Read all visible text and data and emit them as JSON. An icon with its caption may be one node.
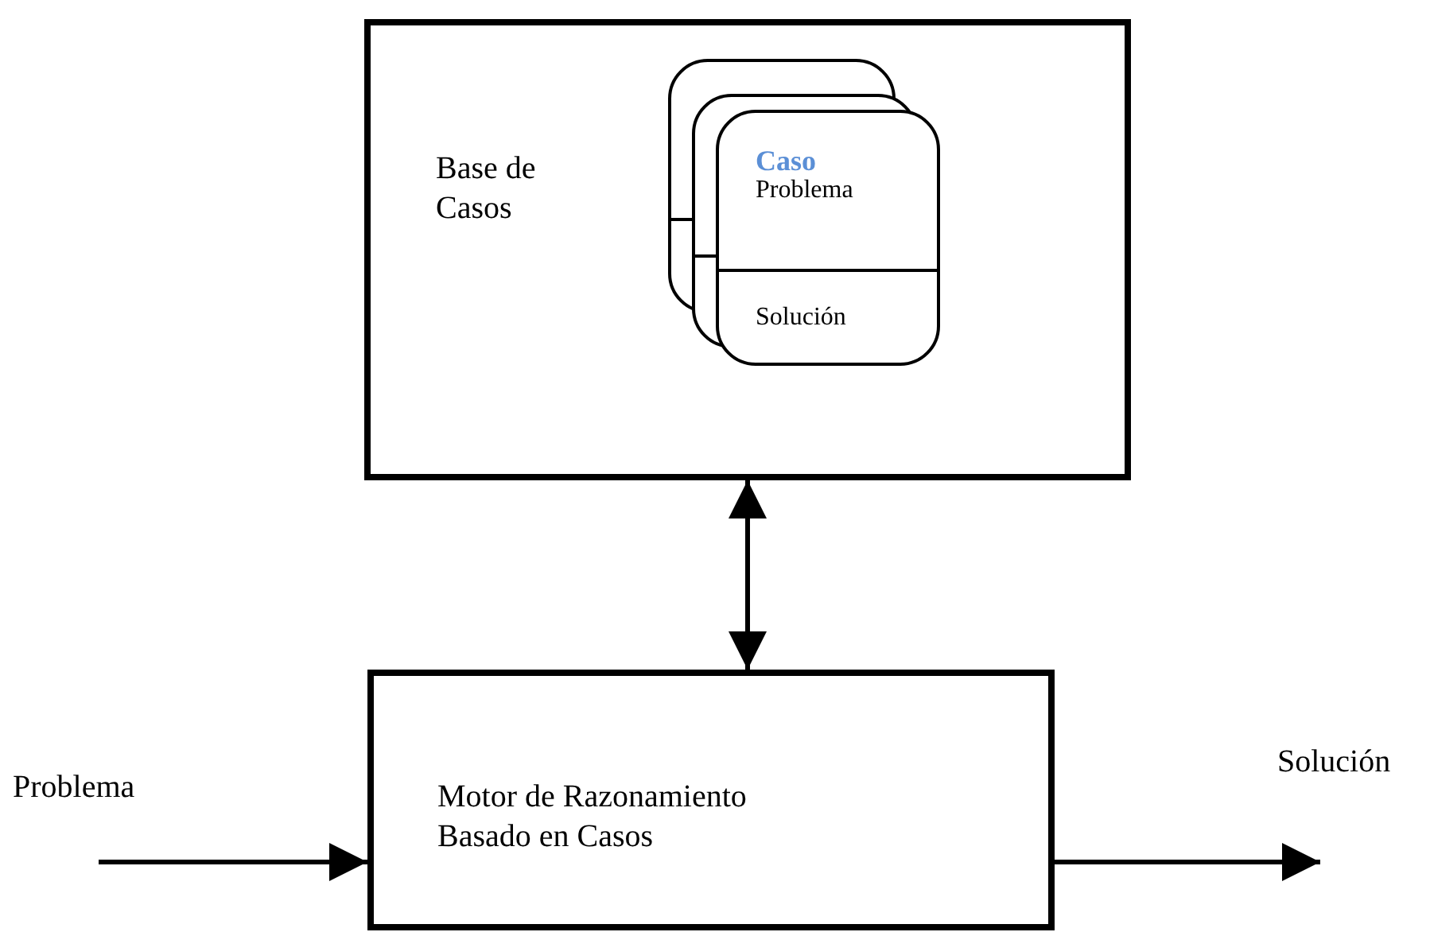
{
  "diagram": {
    "nodes": [
      {
        "text": [
          "Base de Casos"
        ]
      },
      {
        "text": [
          "Caso",
          "Problema",
          "Solución"
        ],
        "in": 0
      },
      {
        "text": [
          "Motor de Razonamiento Basado en Casos"
        ]
      }
    ],
    "edges": [
      {
        "from": 0,
        "to": 2,
        "arrow": "both"
      },
      {
        "from": null,
        "to": 2,
        "arrow": "to",
        "label": "Problema"
      },
      {
        "from": 2,
        "to": null,
        "arrow": "to",
        "label": "Solución"
      }
    ]
  }
}
